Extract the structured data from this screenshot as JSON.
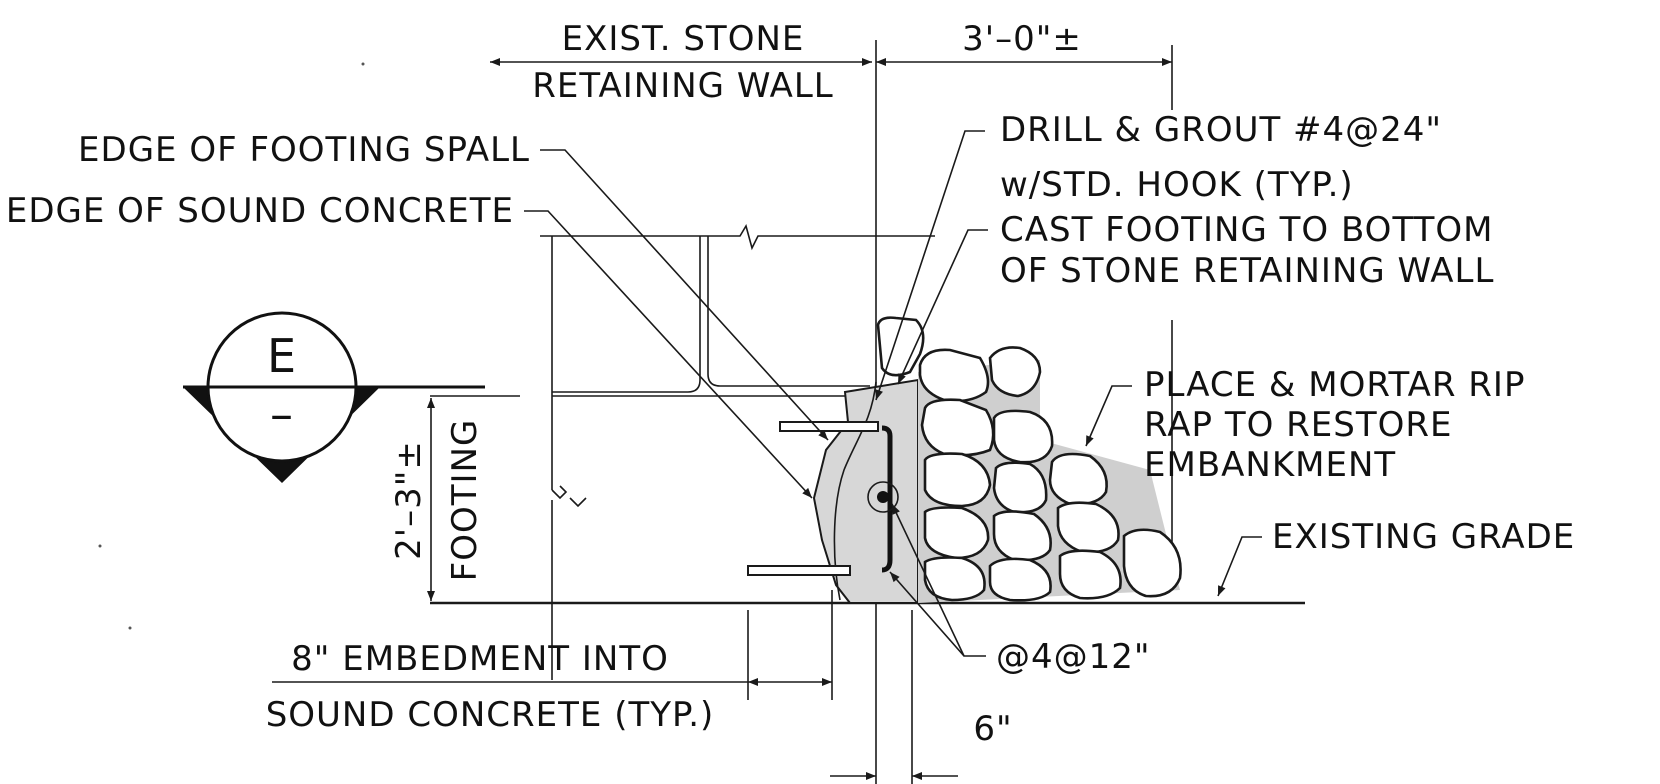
{
  "labels": {
    "exist_wall_1": "EXIST. STONE",
    "exist_wall_2": "RETAINING WALL",
    "dim_3ft": "3'–0\"±",
    "footing_spall": "EDGE OF FOOTING SPALL",
    "sound_concrete": "EDGE OF SOUND CONCRETE",
    "drill_1": "DRILL & GROUT #4@24\"",
    "drill_2": "w/STD. HOOK (TYP.)",
    "cast_1": "CAST FOOTING TO BOTTOM",
    "cast_2": "OF STONE RETAINING WALL",
    "riprap_1": "PLACE & MORTAR RIP",
    "riprap_2": "RAP TO RESTORE",
    "riprap_3": "EMBANKMENT",
    "existing_grade": "EXISTING GRADE",
    "section_letter": "E",
    "section_sheet": "–",
    "dim_2ft": "2'–3\"±",
    "footing": "FOOTING",
    "embed_1": "8\" EMBEDMENT INTO",
    "embed_2": "SOUND CONCRETE (TYP.)",
    "bar_note": "@4@12\"",
    "dim_6in": "6\""
  }
}
